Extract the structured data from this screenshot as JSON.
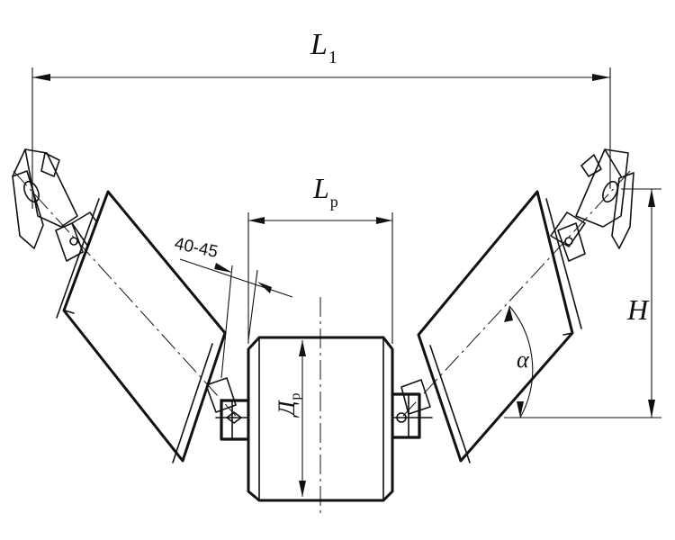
{
  "labels": {
    "l1": "L",
    "l1_sub": "1",
    "lp": "L",
    "lp_sub": "p",
    "gap": "40-45",
    "height": "H",
    "angle": "α",
    "dp": "Д",
    "dp_sub": "р"
  }
}
